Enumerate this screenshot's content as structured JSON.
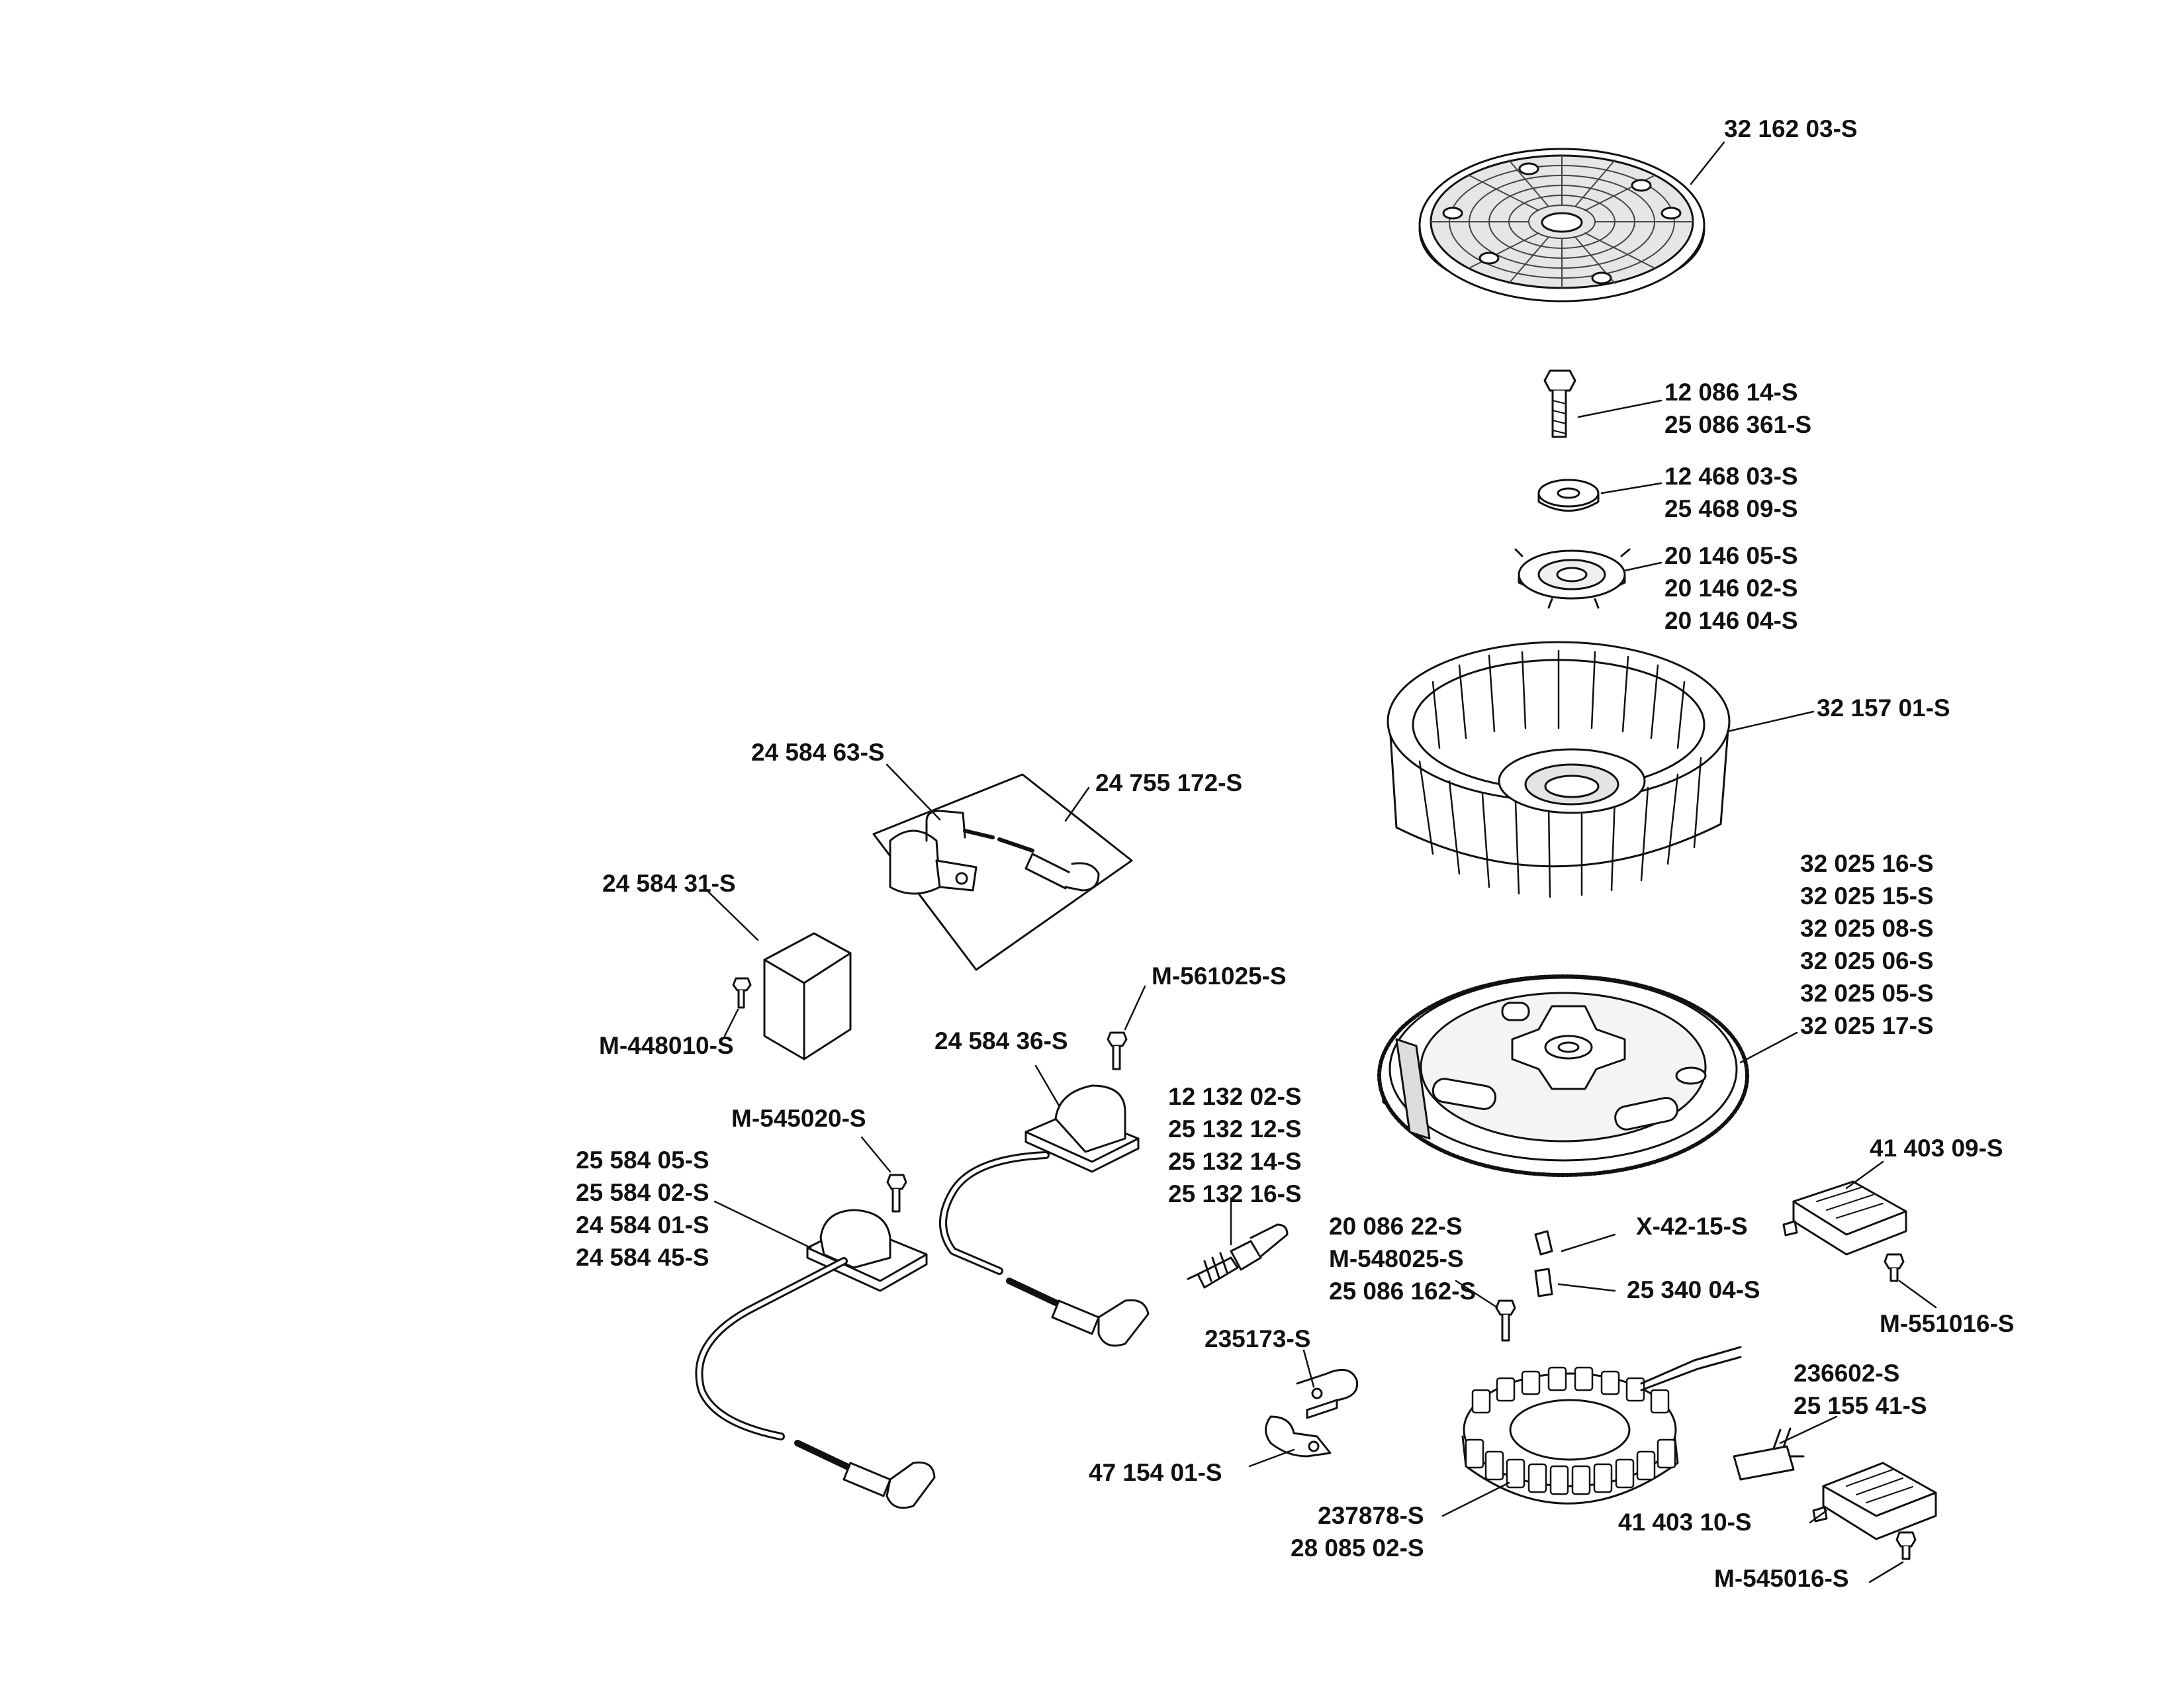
{
  "colors": {
    "line": "#111111",
    "fill": "#ffffff",
    "shade": "#d9d9d9",
    "dark": "#555555"
  },
  "labels": {
    "fan_screen": "32 162 03-S",
    "flywheel_bolt": [
      "12 086 14-S",
      "25 086 361-S"
    ],
    "washer": [
      "12 468 03-S",
      "25 468 09-S"
    ],
    "fan_retainer": [
      "20 146 05-S",
      "20 146 02-S",
      "20 146 04-S"
    ],
    "fan": "32 157 01-S",
    "flywheel": [
      "32 025 16-S",
      "32 025 15-S",
      "32 025 08-S",
      "32 025 06-S",
      "32 025 05-S",
      "32 025 17-S"
    ],
    "module_kit_coil": "24 584 63-S",
    "module_kit": "24 755 172-S",
    "module_box": "24 584 31-S",
    "module_screw": "M-448010-S",
    "coil_screw_right": "M-561025-S",
    "coil_right": "24 584 36-S",
    "coil_screw_left": "M-545020-S",
    "coil_left": [
      "25 584 05-S",
      "25 584 02-S",
      "24 584 01-S",
      "24 584 45-S"
    ],
    "spark_plug": [
      "12 132 02-S",
      "25 132 12-S",
      "25 132 14-S",
      "25 132 16-S"
    ],
    "stator_screw": [
      "20 086 22-S",
      "M-548025-S",
      "25 086 162-S"
    ],
    "key_a": "X-42-15-S",
    "key_b": "25 340 04-S",
    "regulator_top": "41 403 09-S",
    "regulator_top_screw": "M-551016-S",
    "clamp_a": "235173-S",
    "clamp_b": "47 154 01-S",
    "stator": [
      "237878-S",
      "28 085 02-S"
    ],
    "rectifier": [
      "236602-S",
      "25 155 41-S"
    ],
    "regulator_bottom": "41 403 10-S",
    "regulator_bottom_screw": "M-545016-S"
  }
}
